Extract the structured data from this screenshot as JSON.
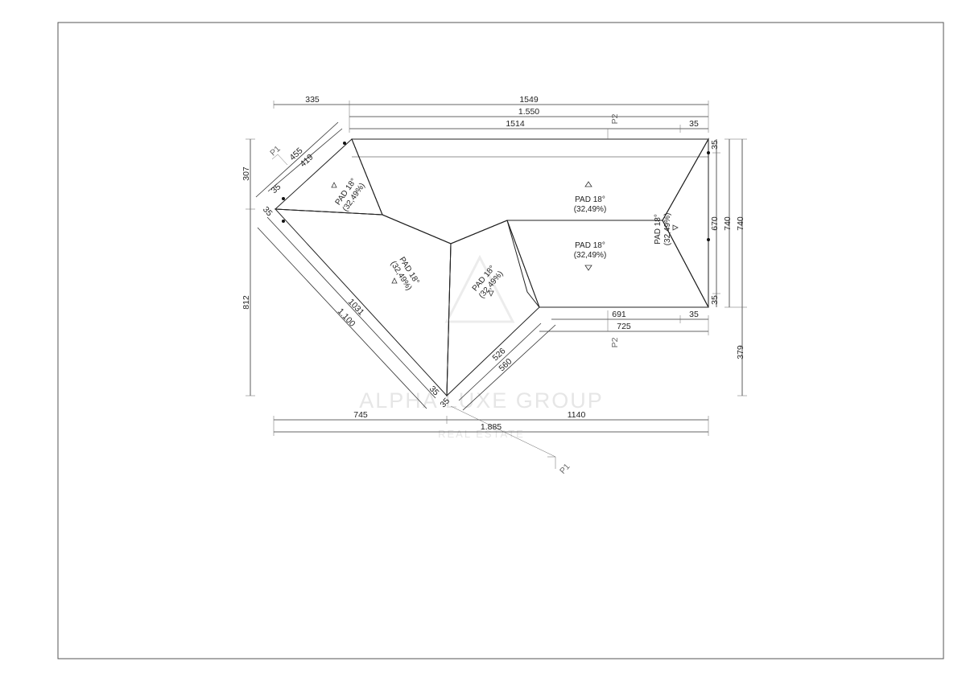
{
  "sheet": {
    "border_color": "#555555"
  },
  "roof": {
    "planes": [
      {
        "pad_label": "PAD 18°",
        "pitch": "(32,49%)"
      },
      {
        "pad_label": "PAD 18°",
        "pitch": "(32,49%)"
      },
      {
        "pad_label": "PAD 18°",
        "pitch": "(32,49%)"
      },
      {
        "pad_label": "PAD 18°",
        "pitch": "(32,49%)"
      },
      {
        "pad_label": "PAD 18°",
        "pitch": "(32,49%)"
      },
      {
        "pad_label": "PAD 18°",
        "pitch": "(32,49%)"
      }
    ]
  },
  "dimensions": {
    "top_left_335": "335",
    "top_1549": "1549",
    "top_1550": "1.550",
    "top_1514": "1514",
    "top_right_35": "35",
    "right_top_35": "35",
    "right_670": "670",
    "right_740_a": "740",
    "right_740_b": "740",
    "right_bottom_35": "35",
    "right_379": "379",
    "left_307": "307",
    "left_812": "812",
    "diag_455": "455",
    "diag_419": "419",
    "diag_35_a": "35",
    "diag_35_b": "35",
    "diag_1031": "1031",
    "diag_1100": "1.100",
    "tip_35_a": "35",
    "tip_35_b": "35",
    "diag_526": "526",
    "diag_560": "560",
    "mid_691": "691",
    "mid_35": "35",
    "mid_725": "725",
    "bottom_745": "745",
    "bottom_1140": "1140",
    "bottom_1885": "1.885"
  },
  "sections": {
    "p2_top": "P2",
    "p2_bottom": "P2",
    "p1_left": "P1",
    "p1_bottom": "P1"
  },
  "watermark": {
    "title": "ALPHA LUXE GROUP",
    "subtitle": "REAL ESTATE"
  }
}
